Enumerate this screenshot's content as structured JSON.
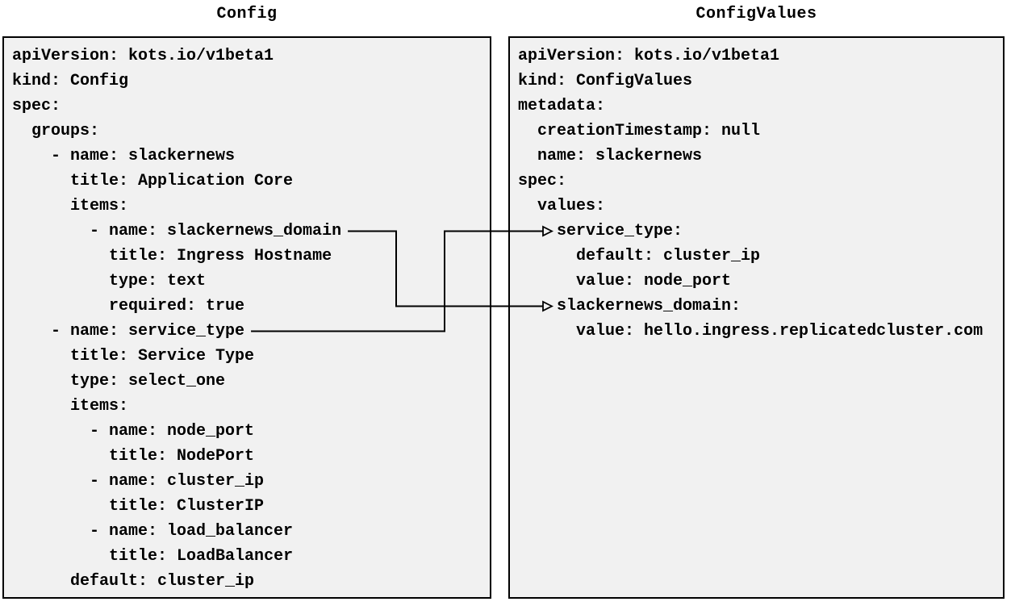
{
  "panels": [
    {
      "id": "config",
      "title": "Config",
      "lines": [
        "apiVersion: kots.io/v1beta1",
        "kind: Config",
        "spec:",
        "  groups:",
        "    - name: slackernews",
        "      title: Application Core",
        "      items:",
        "        - name: slackernews_domain",
        "          title: Ingress Hostname",
        "          type: text",
        "          required: true",
        "    - name: service_type",
        "      title: Service Type",
        "      type: select_one",
        "      items:",
        "        - name: node_port",
        "          title: NodePort",
        "        - name: cluster_ip",
        "          title: ClusterIP",
        "        - name: load_balancer",
        "          title: LoadBalancer",
        "      default: cluster_ip"
      ]
    },
    {
      "id": "configvalues",
      "title": "ConfigValues",
      "lines": [
        "apiVersion: kots.io/v1beta1",
        "kind: ConfigValues",
        "metadata:",
        "  creationTimestamp: null",
        "  name: slackernews",
        "spec:",
        "  values:",
        "    service_type:",
        "      default: cluster_ip",
        "      value: node_port",
        "    slackernews_domain:",
        "      value: hello.ingress.replicatedcluster.com"
      ]
    }
  ],
  "connections": [
    {
      "from_panel": 0,
      "from_line": 7,
      "to_panel": 1,
      "to_line": 10,
      "source_text": "- name: slackernews_domain",
      "target_text": "slackernews_domain:"
    },
    {
      "from_panel": 0,
      "from_line": 11,
      "to_panel": 1,
      "to_line": 7,
      "source_text": "- name: service_type",
      "target_text": "service_type:"
    }
  ],
  "colors": {
    "panel_background": "#f1f1f1",
    "panel_border": "#000000",
    "text": "#000000",
    "arrow": "#000000"
  }
}
